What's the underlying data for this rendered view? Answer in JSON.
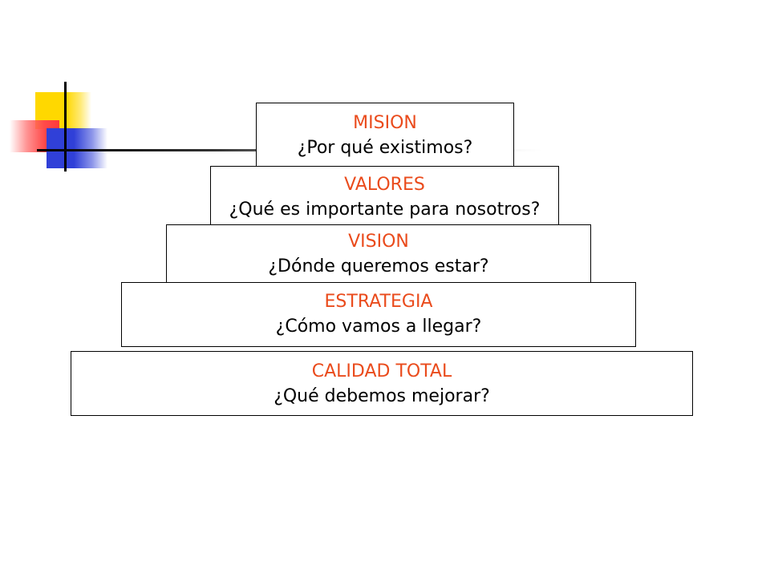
{
  "colors": {
    "title_text": "#ea4b1c",
    "question_text": "#000000",
    "box_border": "#000000",
    "logo_yellow": "#ffd800",
    "logo_red": "#ff3a3a",
    "logo_blue": "#3040d8"
  },
  "pyramid": {
    "levels": [
      {
        "title": "MISION",
        "question": "¿Por qué existimos?"
      },
      {
        "title": "VALORES",
        "question": "¿Qué es importante para nosotros?"
      },
      {
        "title": "VISION",
        "question": "¿Dónde queremos estar?"
      },
      {
        "title": "ESTRATEGIA",
        "question": "¿Cómo vamos a llegar?"
      },
      {
        "title": "CALIDAD TOTAL",
        "question": "¿Qué debemos mejorar?"
      }
    ]
  }
}
